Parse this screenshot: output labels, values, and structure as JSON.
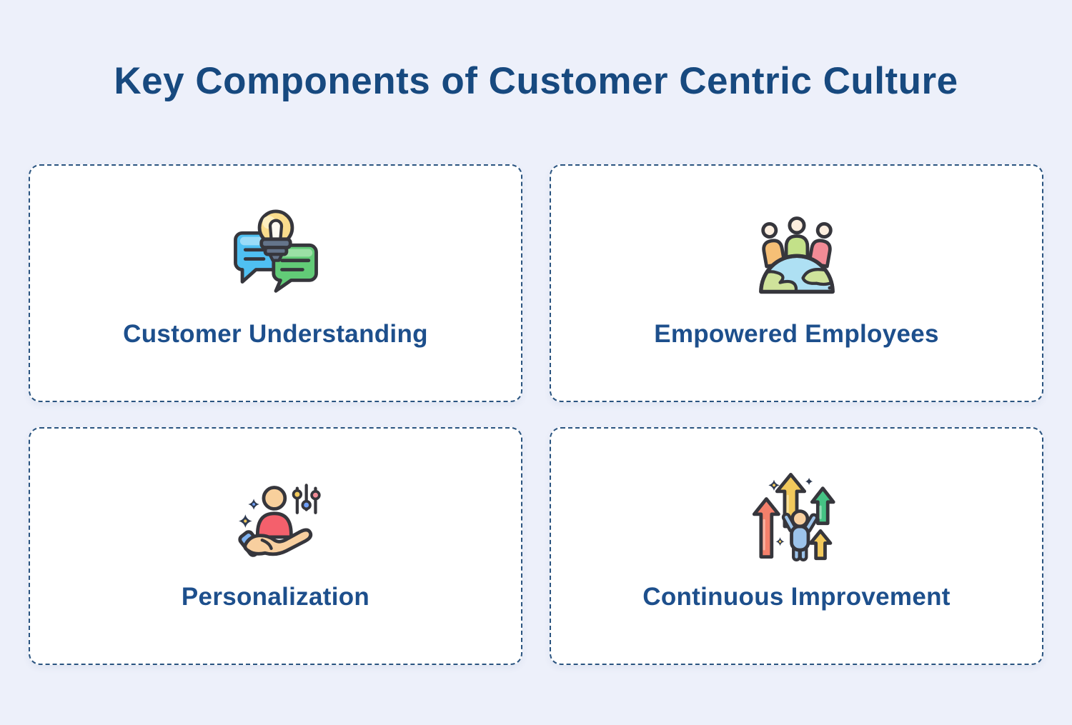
{
  "page": {
    "title": "Key Components of Customer Centric Culture",
    "background_color": "#edf0fa",
    "title_color": "#17497f"
  },
  "style": {
    "card_background": "#ffffff",
    "card_border_color": "#2a5480",
    "label_color": "#1d4f8c",
    "outline_color": "#36363c"
  },
  "cards": [
    {
      "label": "Customer Understanding",
      "icon": "idea-conversation-icon",
      "icon_colors": {
        "left_bubble": "#4fc0f2",
        "right_bubble": "#62cb77",
        "bulb": "#f9dc8c",
        "bulb_base": "#64748a"
      }
    },
    {
      "label": "Empowered Employees",
      "icon": "people-globe-icon",
      "icon_colors": {
        "person_left": "#f6bf76",
        "person_center": "#c3e189",
        "person_right": "#f28b96",
        "globe_water": "#aee0f3",
        "globe_land": "#cfe39b"
      }
    },
    {
      "label": "Personalization",
      "icon": "hand-person-sliders-icon",
      "icon_colors": {
        "person_body": "#f4606c",
        "skin": "#f8d09c",
        "cuff": "#7fb3f2",
        "knob_yellow": "#f2c95c",
        "knob_blue": "#6f9ff7",
        "knob_pink": "#f28b96"
      }
    },
    {
      "label": "Continuous Improvement",
      "icon": "growth-arrows-icon",
      "icon_colors": {
        "arrow_red": "#f4806b",
        "arrow_yellow": "#f2c95c",
        "arrow_green": "#45c284",
        "person": "#9cc3ea",
        "skin": "#f8d0a0"
      }
    }
  ]
}
